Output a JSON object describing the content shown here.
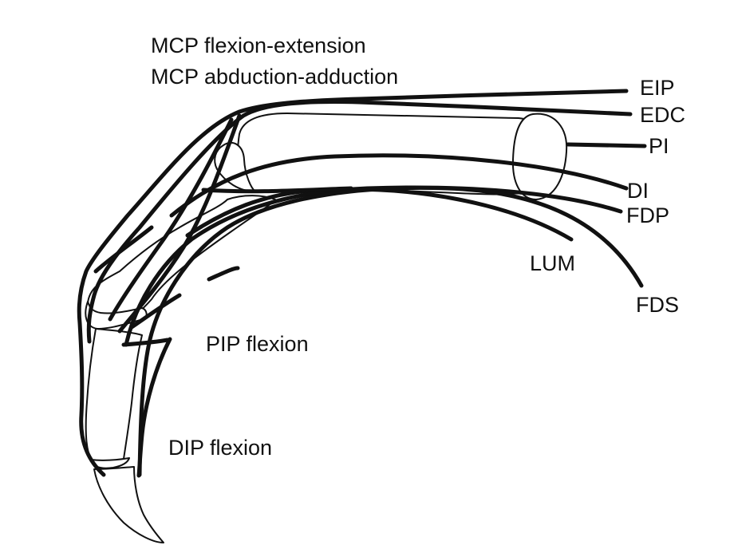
{
  "labels": {
    "mcp_flexion_extension": "MCP flexion-extension",
    "mcp_abduction_adduction": "MCP abduction-adduction",
    "pip_flexion": "PIP flexion",
    "dip_flexion": "DIP flexion",
    "eip": "EIP",
    "edc": "EDC",
    "pi": "PI",
    "di": "DI",
    "fdp": "FDP",
    "lum": "LUM",
    "fds": "FDS"
  },
  "colors": {
    "line": "#111111",
    "background": "#ffffff"
  }
}
